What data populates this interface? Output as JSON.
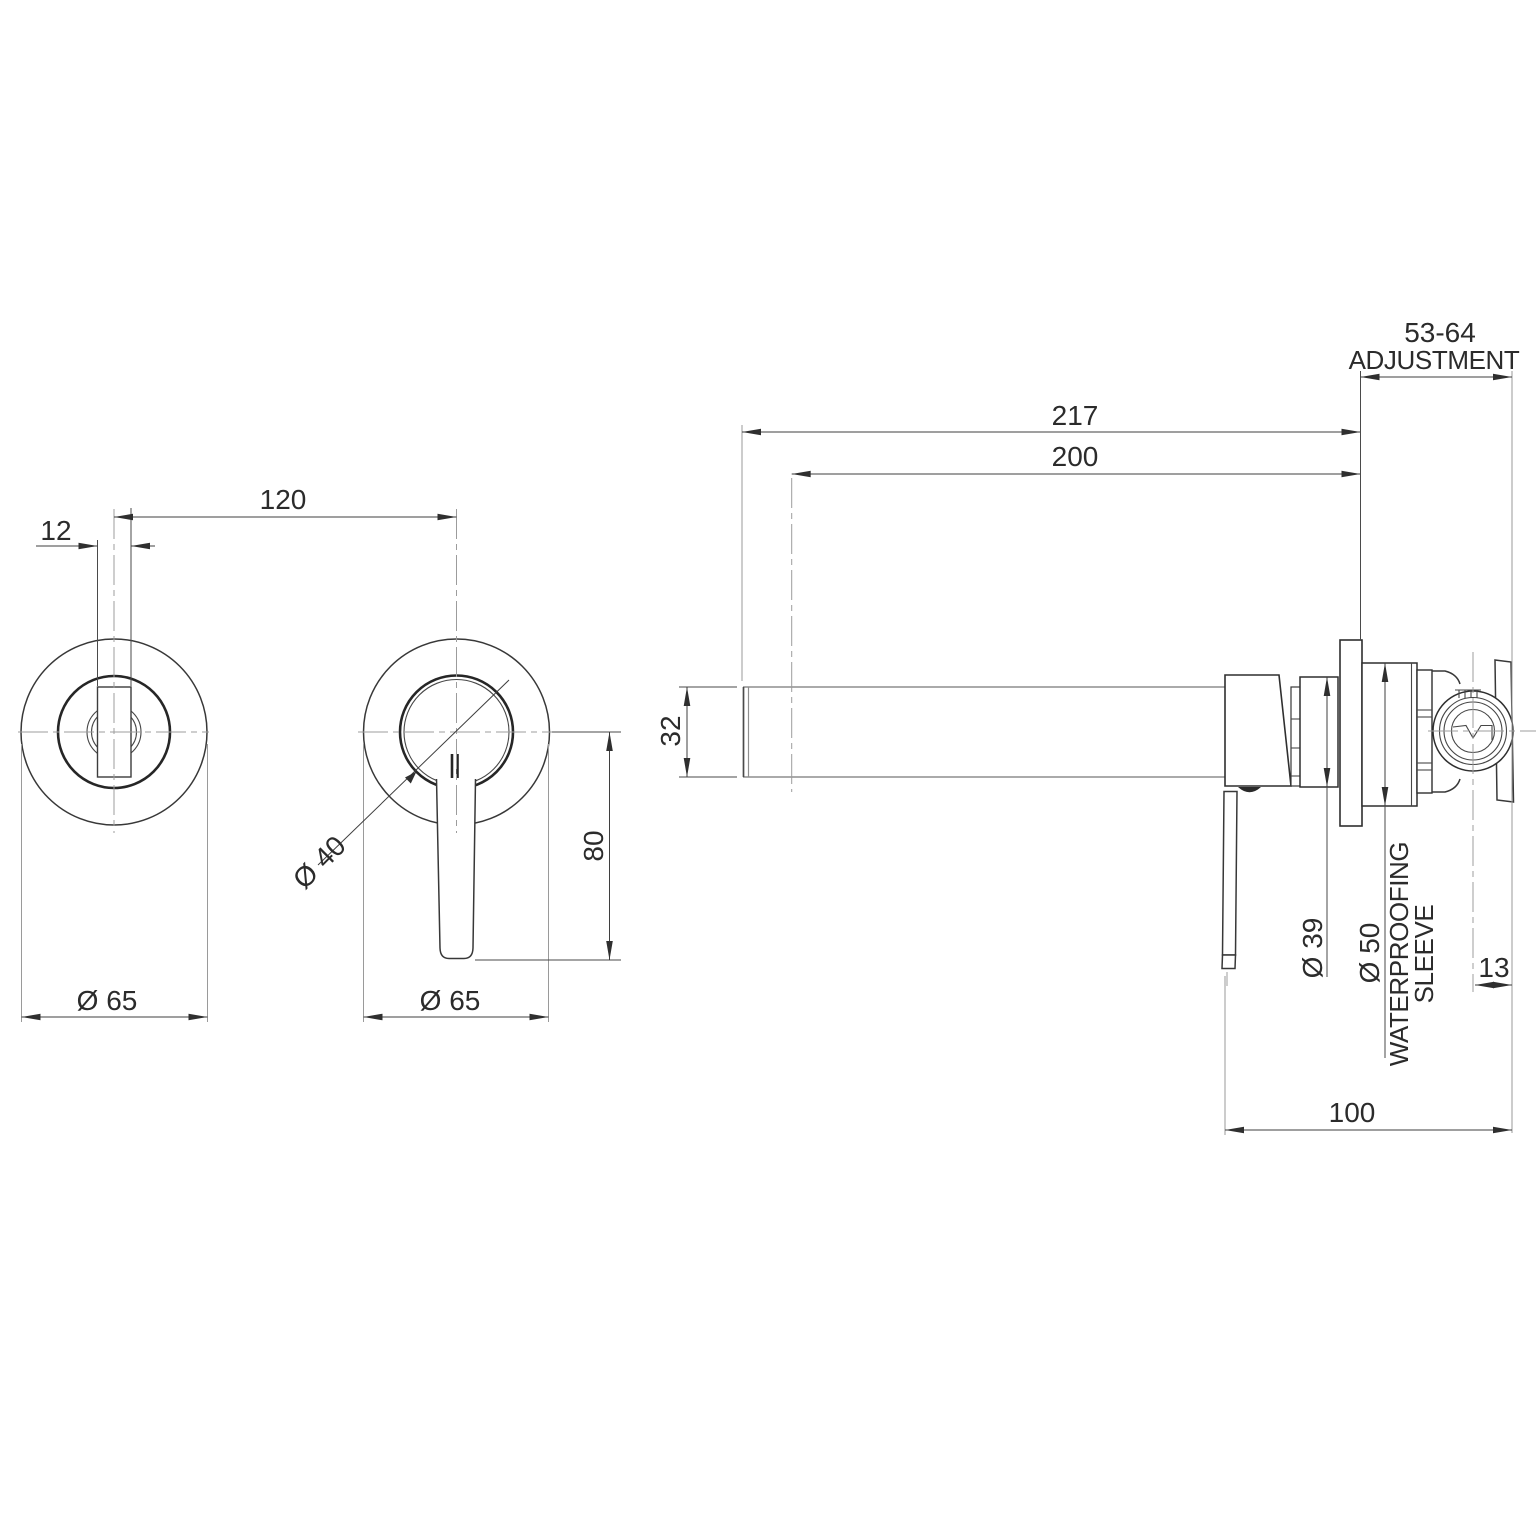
{
  "drawing": {
    "type": "technical-dimension-drawing",
    "dimensions": {
      "outlet_slot_width": "12",
      "centre_to_centre": "120",
      "spout_plate_diameter": "Ø 65",
      "mixer_plate_diameter": "Ø 65",
      "mixer_trim_diameter": "Ø 40",
      "handle_drop": "80",
      "spout_total_reach": "217",
      "spout_outlet_reach": "200",
      "spout_height": "32",
      "body_diameter": "Ø 39",
      "sleeve_diameter": "Ø 50",
      "sleeve_label_line1": "WATERPROOFING",
      "sleeve_label_line2": "SLEEVE",
      "adjustment_range": "53-64",
      "adjustment_word": "ADJUSTMENT",
      "sleeve_projection": "13",
      "handle_wall_clearance": "100"
    },
    "colors": {
      "outline": "#383838",
      "centerline": "#9c9c9c",
      "dimension": "#3f3f3f",
      "background": "#ffffff"
    }
  }
}
